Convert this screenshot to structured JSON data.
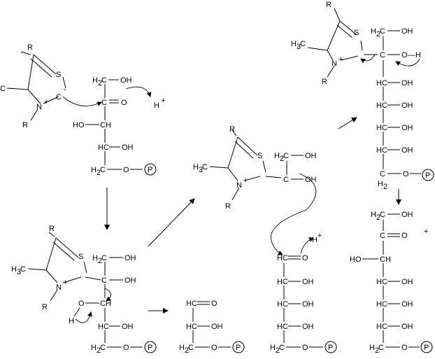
{
  "labels": {
    "R": "R",
    "S": "S",
    "N": "N",
    "plus_sup": "+",
    "minus_sup": "-",
    "C": "C",
    "H3C_H": "H",
    "H3C_3": "3",
    "H3C_C": "C",
    "H2C_H": "H",
    "H2C_2": "2",
    "H2C_C": "C",
    "H2_H": "H",
    "H2_2": "2",
    "OH": "OH",
    "O": "O",
    "H": "H",
    "HO": "HO",
    "HC": "HC",
    "H_plus": "H",
    "dash_OH": "O",
    "dash_H": "—H",
    "CHO_line": "HC",
    "plus_sign": "+"
  }
}
